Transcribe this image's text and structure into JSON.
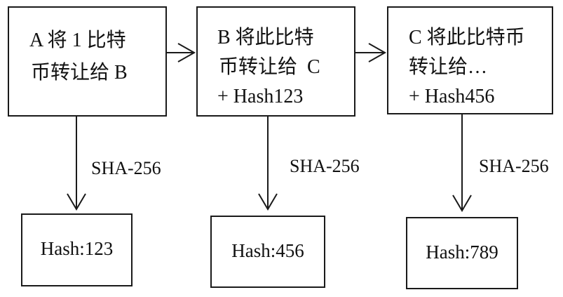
{
  "blocks": [
    {
      "lines": [
        "A 将 1 比特",
        "币转让给 B"
      ]
    },
    {
      "lines": [
        "B 将此比特",
        "币转让给  C",
        "+ Hash123"
      ]
    },
    {
      "lines": [
        "C 将此比特币",
        "转让给…",
        "+ Hash456"
      ]
    }
  ],
  "hash_function_label": "SHA-256",
  "hash_outputs": [
    "Hash:123",
    "Hash:456",
    "Hash:789"
  ],
  "colors": {
    "line": "#1a1a1a",
    "text": "#111111",
    "background": "#ffffff"
  }
}
